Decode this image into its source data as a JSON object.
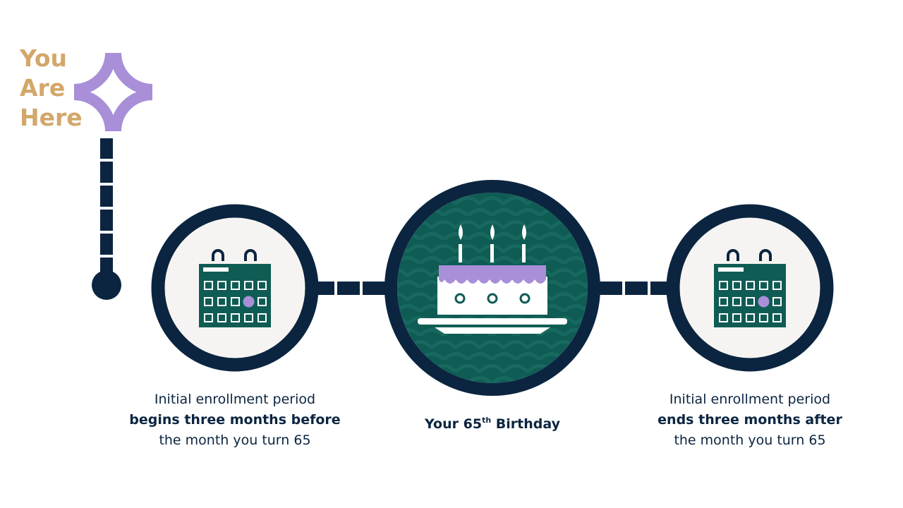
{
  "marker": {
    "lines": [
      "You",
      "Are",
      "Here"
    ]
  },
  "steps": [
    {
      "icon": "calendar-icon",
      "line1": "Initial enrollment period",
      "line2_bold": "begins three months before",
      "line3": "the month you turn 65"
    },
    {
      "icon": "birthday-cake-icon",
      "label_prefix": "Your 65",
      "label_sup": "th",
      "label_suffix": " Birthday"
    },
    {
      "icon": "calendar-icon",
      "line1": "Initial enrollment period",
      "line2_bold": "ends three months after",
      "line3": "the month you turn 65"
    }
  ],
  "colors": {
    "navy": "#0b2540",
    "teal": "#0f5c54",
    "lavender": "#a88fd8",
    "gold": "#d3a76a",
    "circle_bg": "#f6f4f2"
  }
}
